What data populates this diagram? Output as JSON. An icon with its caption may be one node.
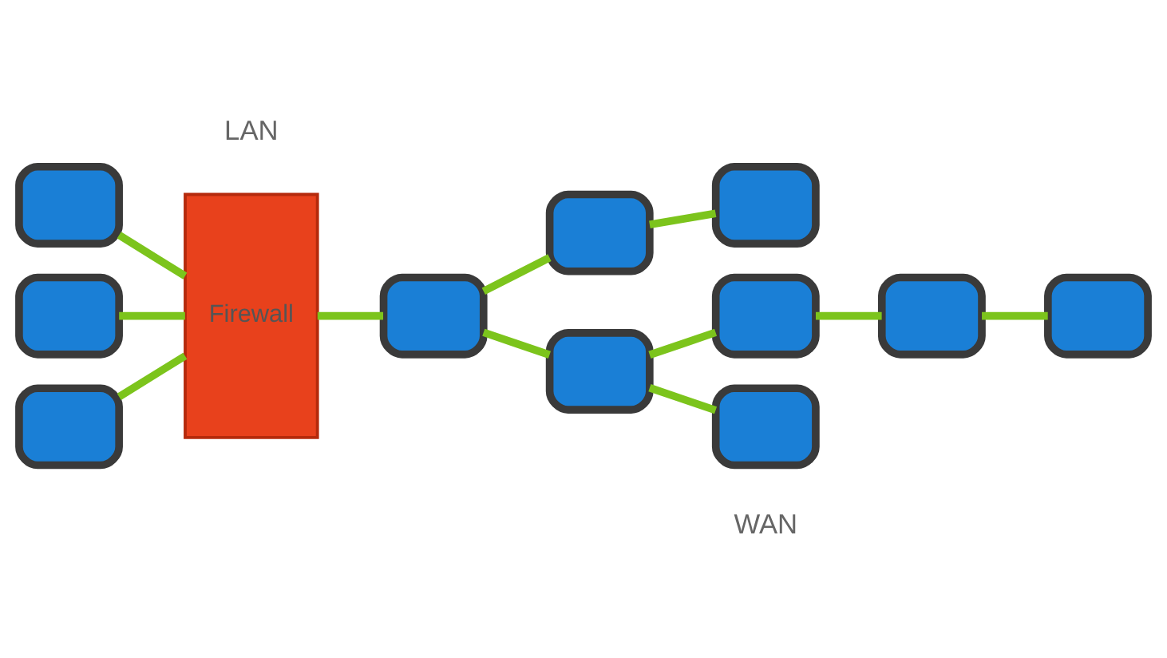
{
  "diagram": {
    "nodes": [
      {
        "text": [],
        "shape": "monitor"
      },
      {
        "text": [],
        "shape": "monitor"
      },
      {
        "text": [],
        "shape": "monitor"
      },
      {
        "text": [
          "Firewall"
        ]
      },
      {
        "text": [],
        "shape": "monitor"
      },
      {
        "text": [],
        "shape": "monitor"
      },
      {
        "text": [],
        "shape": "monitor"
      },
      {
        "text": [],
        "shape": "monitor"
      },
      {
        "text": [],
        "shape": "monitor"
      },
      {
        "text": [],
        "shape": "monitor"
      },
      {
        "text": [],
        "shape": "monitor"
      },
      {
        "text": [],
        "shape": "monitor"
      }
    ],
    "edges": [
      {
        "from": 0,
        "to": 3,
        "arrow": "none"
      },
      {
        "from": 1,
        "to": 3,
        "arrow": "none"
      },
      {
        "from": 2,
        "to": 3,
        "arrow": "none"
      },
      {
        "from": 3,
        "to": 8,
        "arrow": "none"
      },
      {
        "from": 8,
        "to": 4,
        "arrow": "none"
      },
      {
        "from": 4,
        "to": 5,
        "arrow": "none"
      },
      {
        "from": 8,
        "to": 10,
        "arrow": "none"
      },
      {
        "from": 10,
        "to": 11,
        "arrow": "none"
      },
      {
        "from": 10,
        "to": 9,
        "arrow": "none"
      },
      {
        "from": 9,
        "to": 6,
        "arrow": "none"
      },
      {
        "from": 6,
        "to": 7,
        "arrow": "none"
      }
    ],
    "labels": [
      "LAN",
      "WAN"
    ]
  }
}
